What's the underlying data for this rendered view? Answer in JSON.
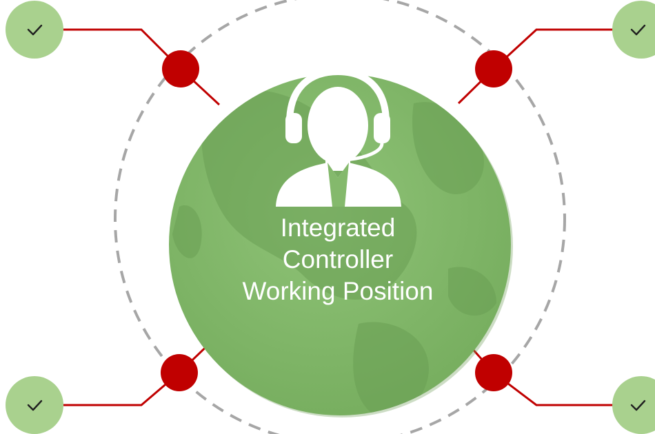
{
  "center": {
    "icon": "agent-headset-icon",
    "background": "globe-map",
    "label_lines": [
      "Integrated",
      "Controller",
      "Working Position"
    ],
    "fill_color": "#84b96c"
  },
  "connectors": [
    {
      "position": "top-left",
      "status_icon": "checkmark-icon"
    },
    {
      "position": "top-right",
      "status_icon": "checkmark-icon"
    },
    {
      "position": "bottom-left",
      "status_icon": "checkmark-icon"
    },
    {
      "position": "bottom-right",
      "status_icon": "checkmark-icon"
    }
  ],
  "colors": {
    "connector_line": "#c00000",
    "node": "#c00000",
    "check_badge": "#a9d18e",
    "dashed_ring": "#a6a6a6"
  }
}
